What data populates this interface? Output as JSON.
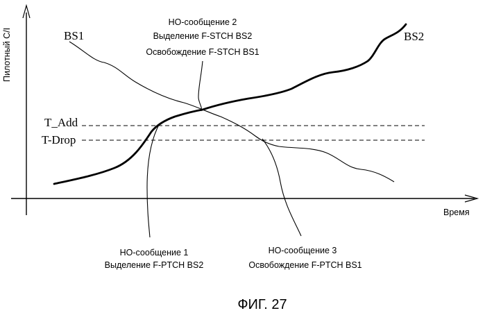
{
  "axes": {
    "y_label": "Пилотный C/I",
    "x_label": "Время"
  },
  "series": {
    "bs1": "BS1",
    "bs2": "BS2"
  },
  "thresholds": {
    "t_add": "T_Add",
    "t_drop": "T-Drop"
  },
  "events": {
    "ho2": {
      "title": "НО-сообщение 2",
      "line1": "Выделение F-STCH BS2",
      "line2": "Освобождение F-STCH BS1"
    },
    "ho1": {
      "title": "НО-сообщение 1",
      "line1": "Выделение F-PTCH BS2"
    },
    "ho3": {
      "title": "НО-сообщение 3",
      "line1": "Освобождение F-PTCH BS1"
    }
  },
  "caption": "ФИГ. 27"
}
